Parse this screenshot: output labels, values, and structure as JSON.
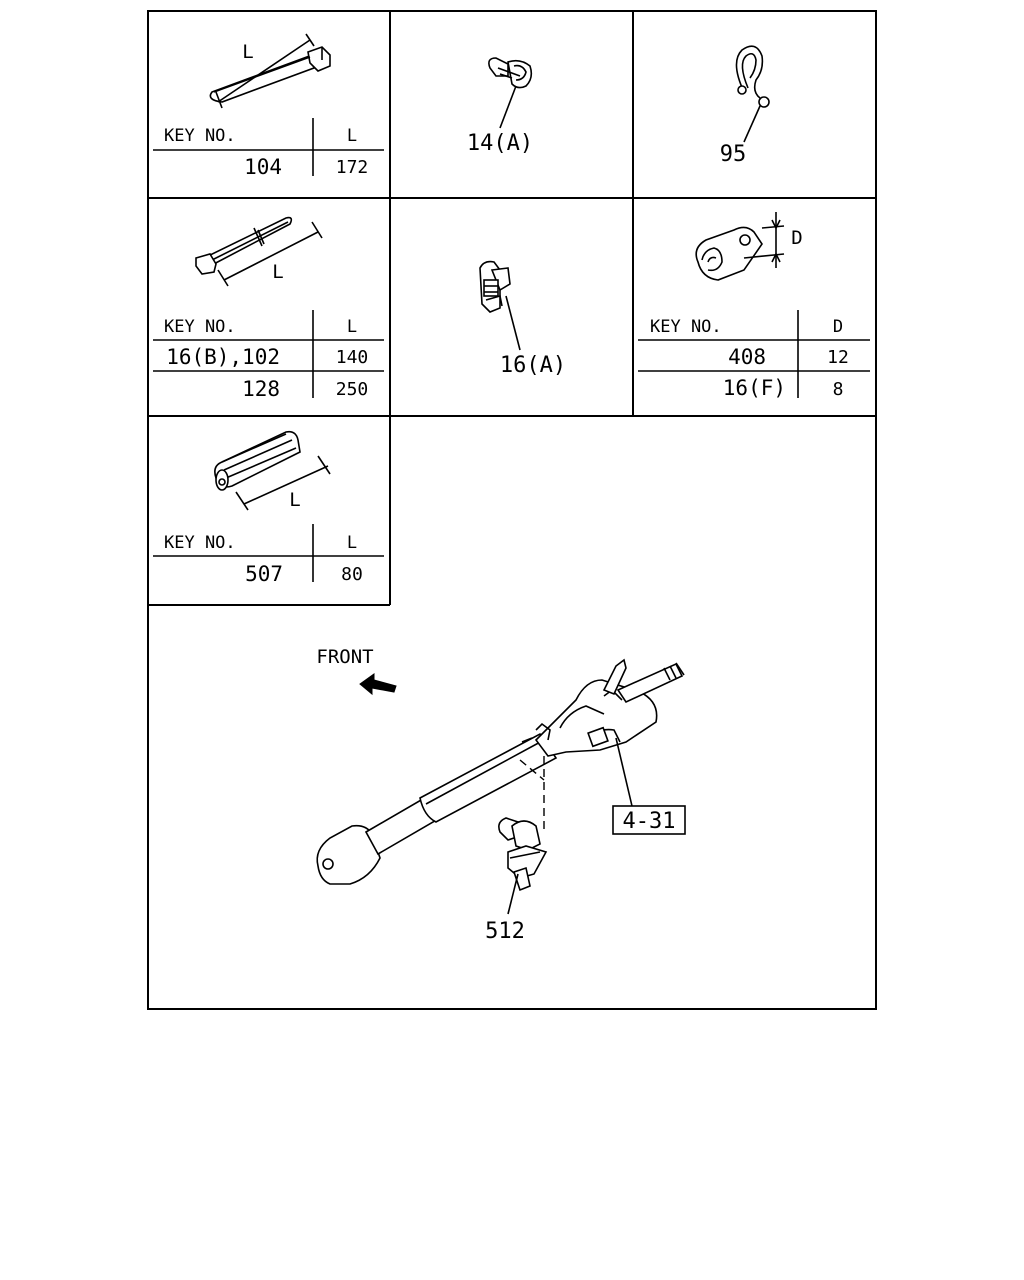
{
  "panels": {
    "tie_104": {
      "dim_label": "L",
      "header": {
        "key": "KEY NO.",
        "col": "L"
      },
      "rows": [
        {
          "key": "104",
          "val": "172"
        }
      ]
    },
    "clip_14a": {
      "callout": "14(A)"
    },
    "clip_95": {
      "callout": "95"
    },
    "tie_16b": {
      "dim_label": "L",
      "header": {
        "key": "KEY NO.",
        "col": "L"
      },
      "rows": [
        {
          "key": "16(B),102",
          "val": "140"
        },
        {
          "key": "128",
          "val": "250"
        }
      ]
    },
    "clip_16a": {
      "callout": "16(A)"
    },
    "clamp_408": {
      "dim_label": "D",
      "header": {
        "key": "KEY NO.",
        "col": "D"
      },
      "rows": [
        {
          "key": "408",
          "val": "12"
        },
        {
          "key": "16(F)",
          "val": "8"
        }
      ]
    },
    "protector_507": {
      "dim_label": "L",
      "header": {
        "key": "KEY NO.",
        "col": "L"
      },
      "rows": [
        {
          "key": "507",
          "val": "80"
        }
      ]
    }
  },
  "main": {
    "front_label": "FRONT",
    "column_callout": "4-31",
    "clip_callout": "512"
  },
  "icons": [
    "cable-tie",
    "harness-clip",
    "loop-clip",
    "edge-clip",
    "p-clamp",
    "edge-protector",
    "front-arrow",
    "steering-column"
  ]
}
